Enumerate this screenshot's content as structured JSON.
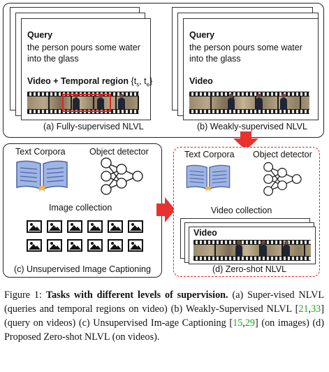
{
  "panel_a": {
    "query_label": "Query",
    "query_text_line1": "the person pours some water",
    "query_text_line2": "into the glass",
    "video_label": "Video + Temporal region",
    "temporal_region": "{t",
    "ts_sub": "s",
    "comma": ", t",
    "te_sub": "e",
    "close": "}",
    "caption": "(a) Fully-supervised NLVL"
  },
  "panel_b": {
    "query_label": "Query",
    "query_text_line1": "the person pours some water",
    "query_text_line2": "into the glass",
    "video_label": "Video",
    "caption": "(b) Weakly-supervised NLVL"
  },
  "panel_c": {
    "text_corpora": "Text Corpora",
    "object_detector": "Object detector",
    "collection": "Image collection",
    "caption": "(c) Unsupervised Image Captioning"
  },
  "panel_d": {
    "text_corpora": "Text Corpora",
    "object_detector": "Object detector",
    "collection": "Video collection",
    "video_label": "Video",
    "caption": "(d) Zero-shot NLVL"
  },
  "figure_caption": {
    "prefix": "Figure 1: ",
    "title": "Tasks with different levels of supervision.",
    "part1": " (a) Super-vised NLVL (queries and temporal regions on video) (b) Weakly-Supervised NLVL [",
    "cite1": "21",
    "sep1": ",",
    "cite2": "33",
    "part2": "] (query on videos) (c) Unsupervised Im-age Captioning [",
    "cite3": "15",
    "sep2": ",",
    "cite4": "29",
    "part3": "] (on images) (d) Proposed Zero-shot NLVL (on videos)."
  },
  "colors": {
    "accent_red": "#e02424",
    "book_blue": "#7e9bd6",
    "cite_green": "#1fa31f"
  },
  "icons": [
    "text-corpora-book-icon",
    "neural-network-icon",
    "image-icon",
    "down-arrow-icon",
    "right-arrow-icon"
  ]
}
